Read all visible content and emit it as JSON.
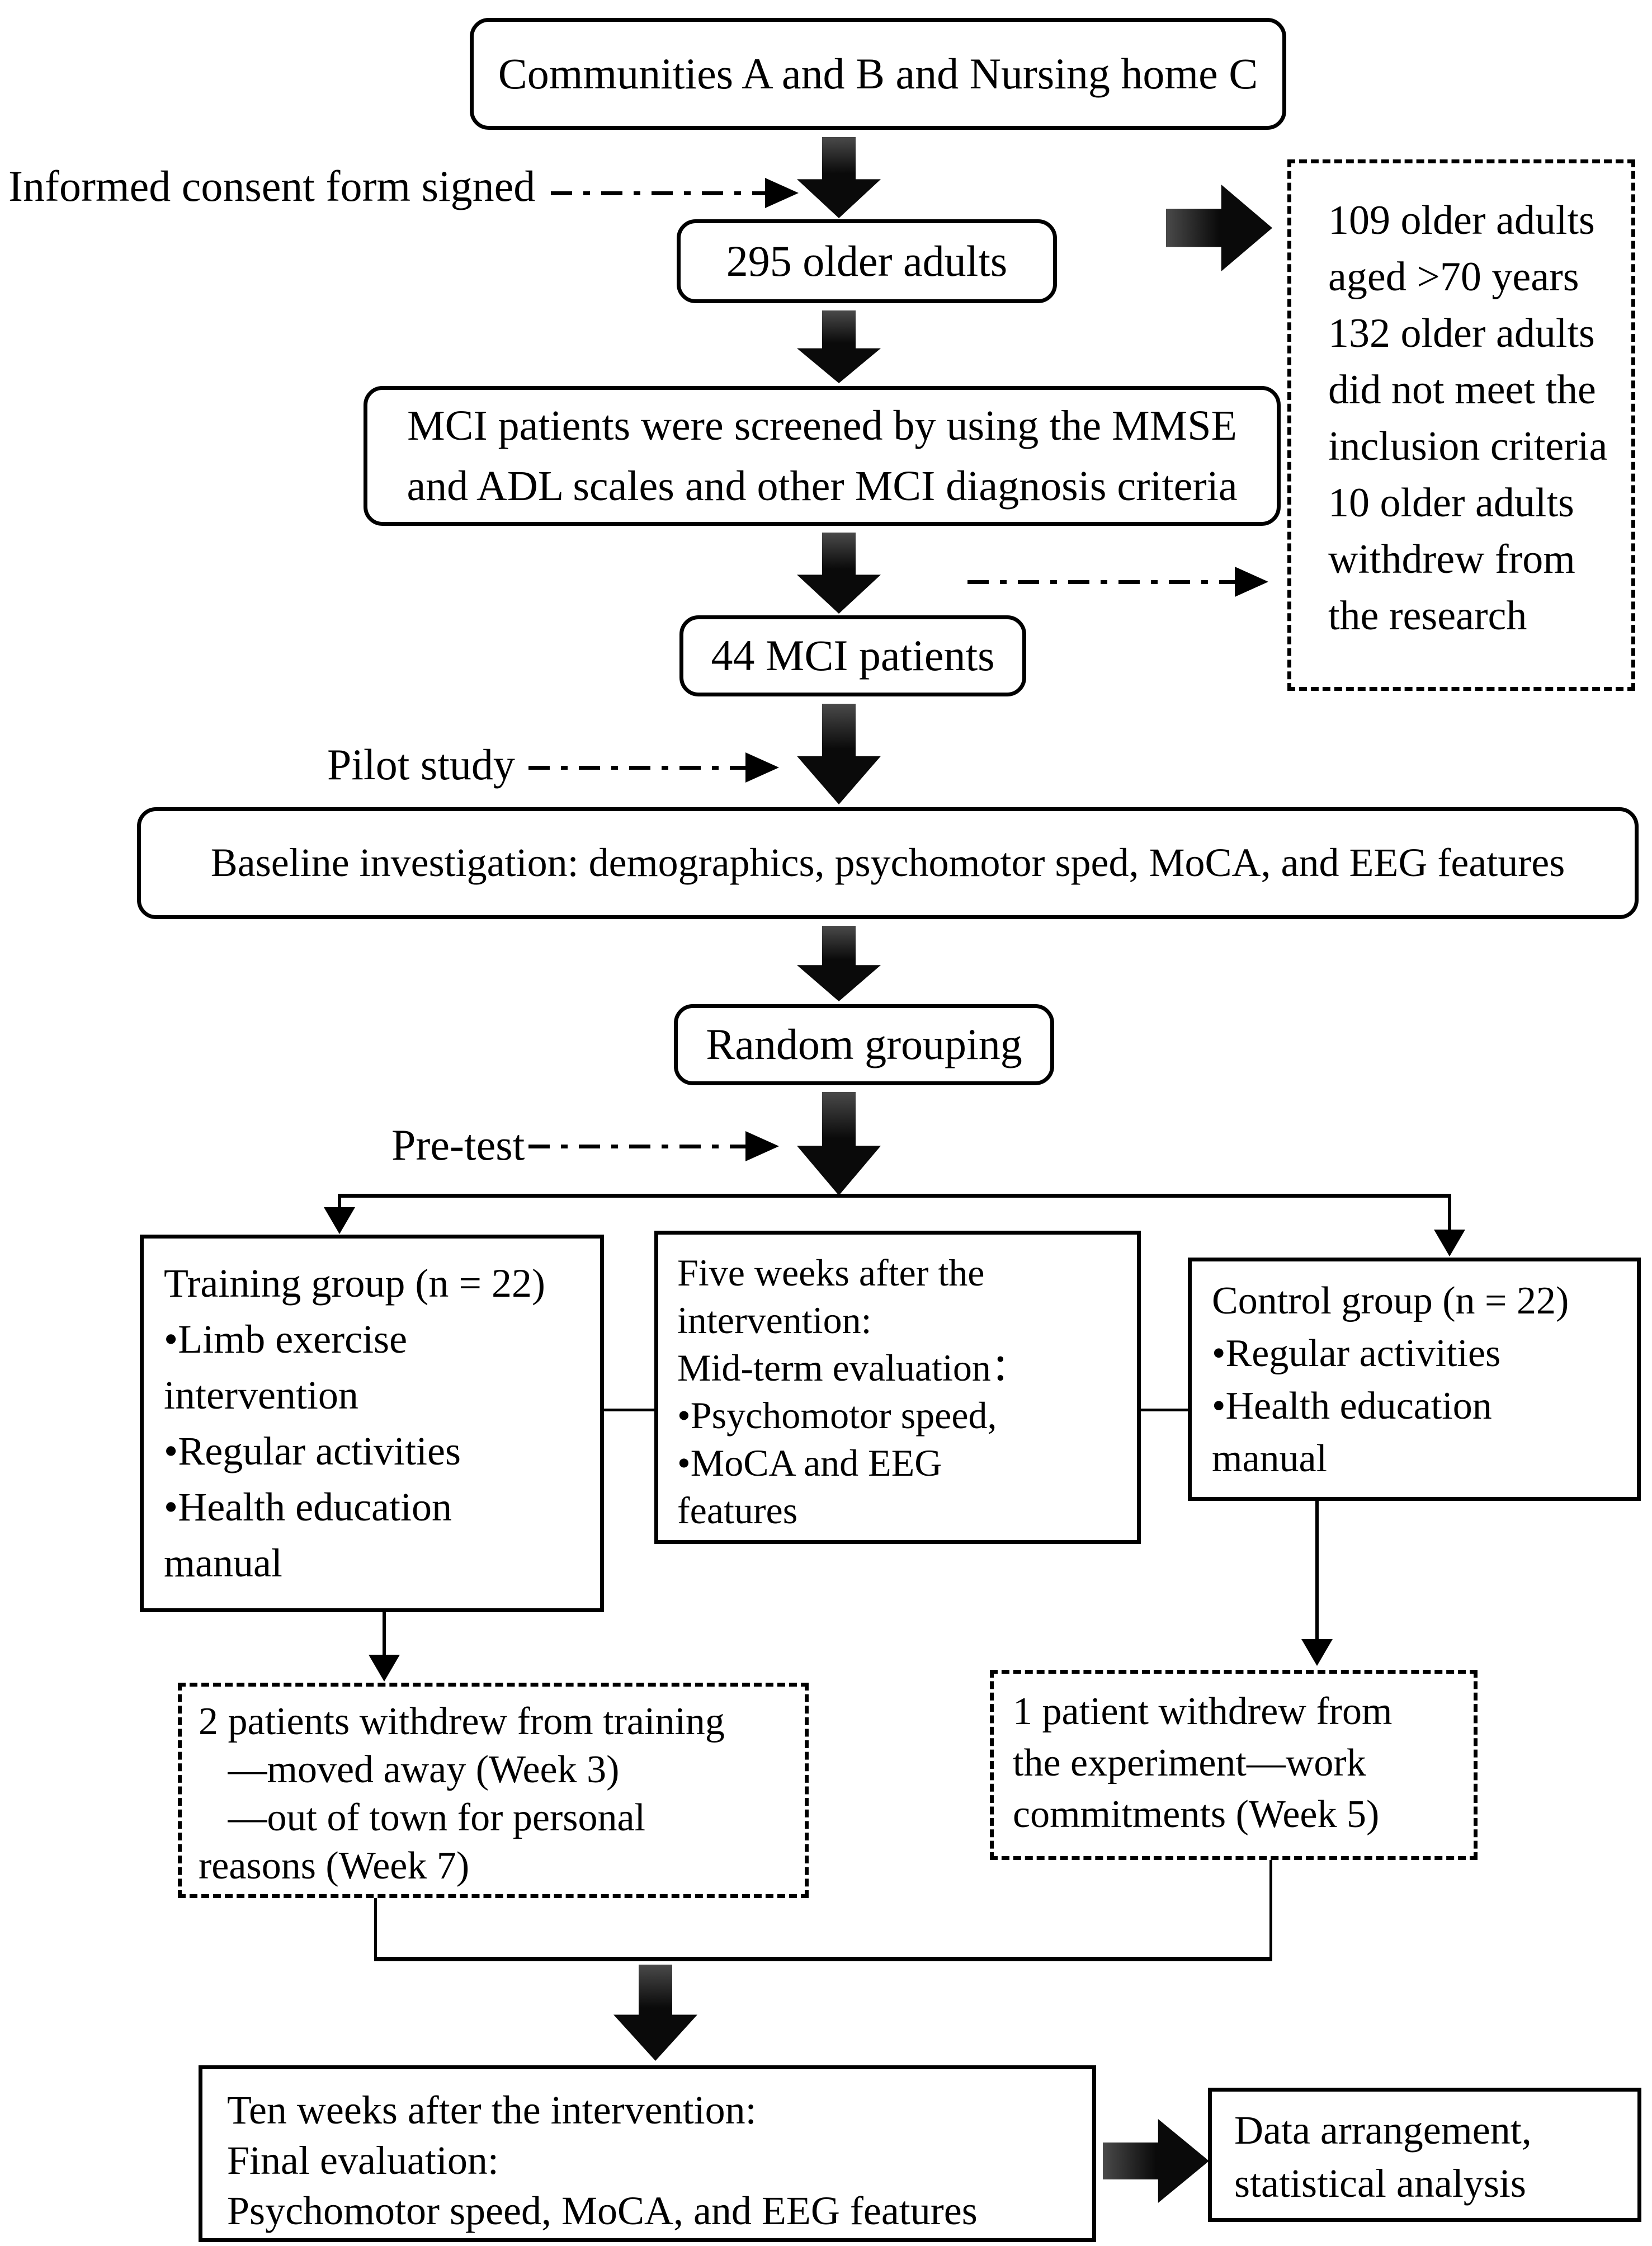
{
  "figure": {
    "type": "study-flowchart",
    "background_color": "#ffffff",
    "ink_color": "#000000"
  },
  "nodes": {
    "communities": "Communities A and B and Nursing home C",
    "consent_label": "Informed consent form signed",
    "older_adults_295": "295 older adults",
    "exclusion": "109 older adults\naged >70 years\n132 older adults\ndid not meet the\ninclusion criteria\n10 older adults\nwithdrew from\nthe research",
    "mci_screening": "MCI patients were screened by using the MMSE\nand ADL scales and other MCI diagnosis criteria",
    "mci_44": "44 MCI patients",
    "pilot_label": "Pilot study",
    "baseline": "Baseline investigation: demographics, psychomotor sped, MoCA, and EEG features",
    "random_grouping": "Random grouping",
    "pretest_label": "Pre-test",
    "training_group": "Training group (n = 22)\n•Limb exercise\nintervention\n•Regular activities\n•Health education\nmanual",
    "midterm": "Five weeks after the\nintervention:\nMid-term evaluation：\n•Psychomotor speed,\n•MoCA and EEG\nfeatures",
    "control_group": "Control group (n = 22)\n•Regular activities\n•Health education\nmanual",
    "withdraw_training": "2 patients withdrew from training\n   —moved away (Week 3)\n   —out of town for personal\nreasons (Week 7)",
    "withdraw_control": "1 patient withdrew from\nthe experiment—work\ncommitments (Week 5)",
    "final_evaluation": "Ten weeks after the intervention:\nFinal evaluation:\nPsychomotor speed, MoCA, and EEG features",
    "data_analysis": "Data arrangement,\nstatistical analysis"
  }
}
